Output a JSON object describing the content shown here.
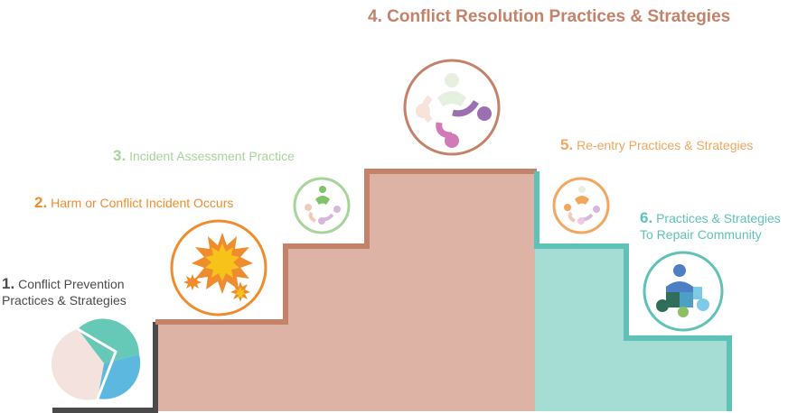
{
  "title": "4. Conflict Resolution Practices & Strategies",
  "steps": [
    {
      "num": "1.",
      "line1": "Conflict Prevention",
      "line2": "Practices & Strategies"
    },
    {
      "num": "2.",
      "line1": "Harm or Conflict Incident Occurs"
    },
    {
      "num": "3.",
      "line1": "Incident Assessment Practice"
    },
    {
      "num": "5.",
      "line1": "Re-entry Practices & Strategies"
    },
    {
      "num": "6.",
      "line1": "Practices & Strategies",
      "line2": "To Repair Community"
    }
  ],
  "colors": {
    "title": "#c4826a",
    "step1": "#4a4a4a",
    "step2": "#ef8c2e",
    "step3": "#a8d49a",
    "step4": "#c4826a",
    "step5": "#f2a65e",
    "step6": "#5ec2b7",
    "stair_fill_resolution": "#ddb3a6",
    "stair_fill_repair": "#a5ddd4",
    "pie_teal": "#66c8b6",
    "pie_blue": "#5db8e0",
    "pie_pink": "#f3e2de"
  },
  "icons": [
    "pie-chart-icon",
    "explosion-icon",
    "circle-of-people-icon",
    "puzzle-people-icon"
  ]
}
